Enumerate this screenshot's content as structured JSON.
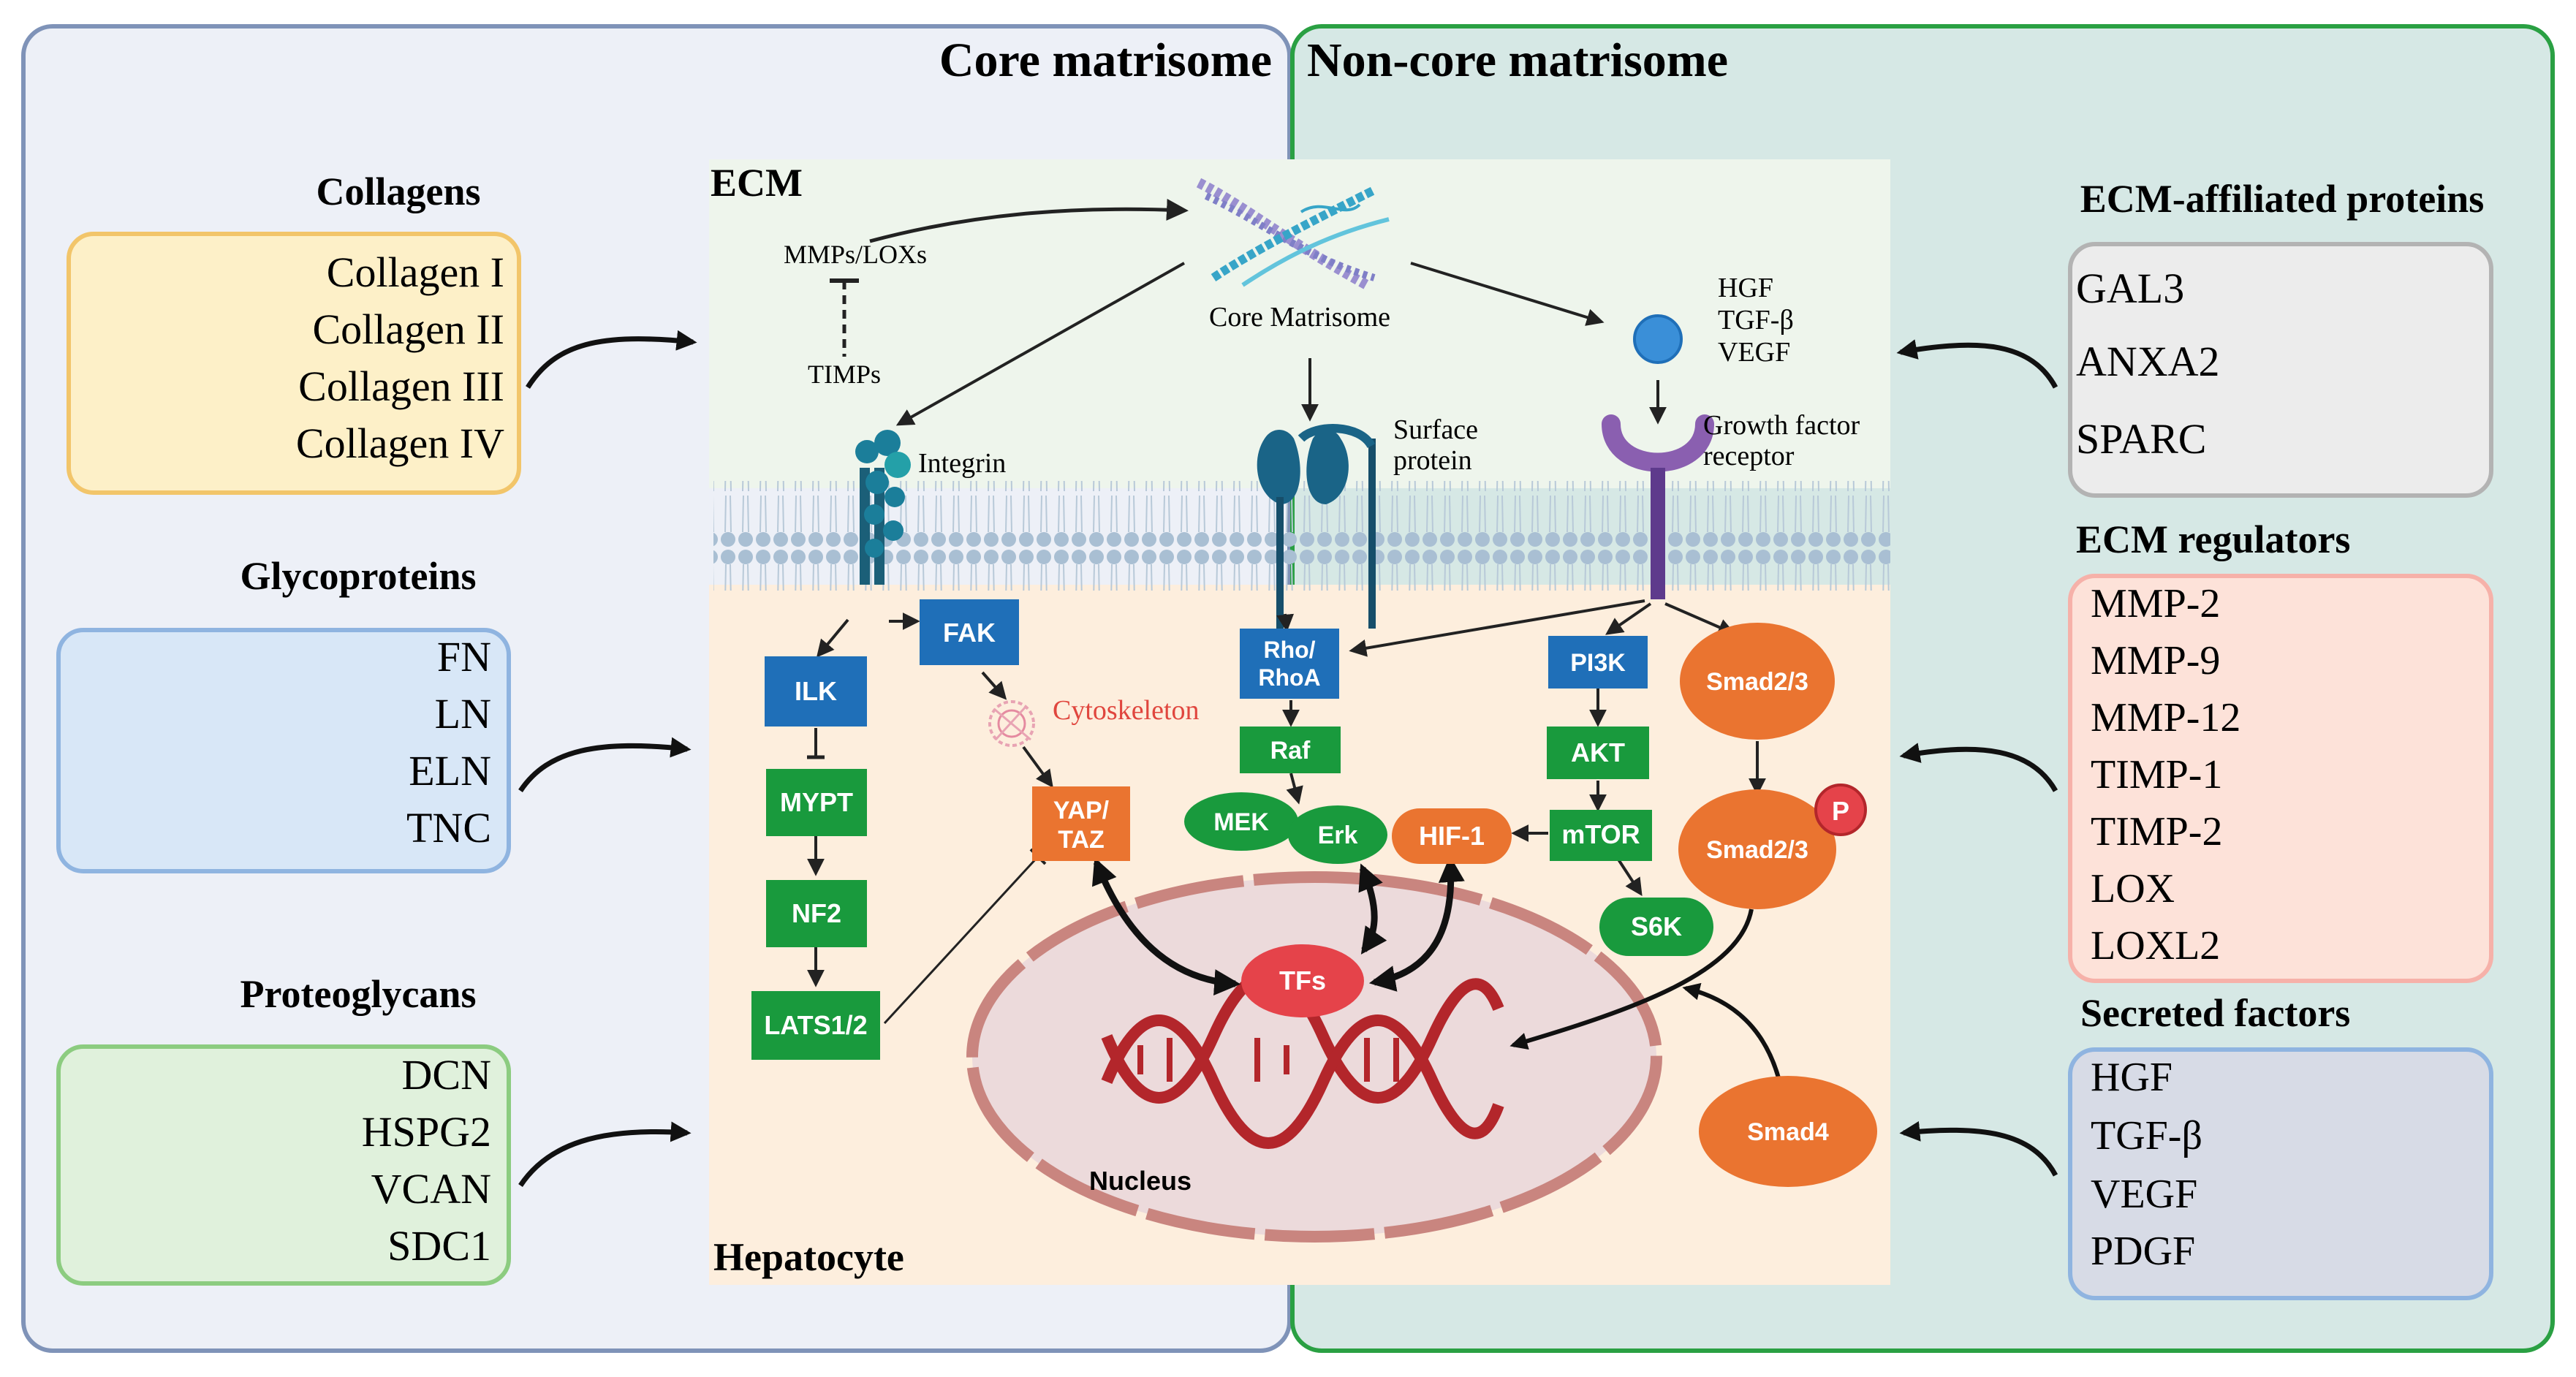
{
  "panels": {
    "core_title": "Core matrisome",
    "noncore_title": "Non-core matrisome"
  },
  "left_groups": {
    "collagens": {
      "title": "Collagens",
      "items": [
        "Collagen I",
        "Collagen II",
        "Collagen III",
        "Collagen IV"
      ]
    },
    "glycoproteins": {
      "title": "Glycoproteins",
      "items": [
        "FN",
        "LN",
        "ELN",
        "TNC"
      ]
    },
    "proteoglycans": {
      "title": "Proteoglycans",
      "items": [
        "DCN",
        "HSPG2",
        "VCAN",
        "SDC1"
      ]
    }
  },
  "right_groups": {
    "ecm_affiliated": {
      "title": "ECM-affiliated proteins",
      "items": [
        "GAL3",
        "ANXA2",
        "SPARC"
      ]
    },
    "ecm_regulators": {
      "title": "ECM regulators",
      "items": [
        "MMP-2",
        "MMP-9",
        "MMP-12",
        "TIMP-1",
        "TIMP-2",
        "LOX",
        "LOXL2"
      ]
    },
    "secreted_factors": {
      "title": "Secreted factors",
      "items": [
        "HGF",
        "TGF-β",
        "VEGF",
        "PDGF"
      ]
    }
  },
  "center": {
    "ecm_label": "ECM",
    "hepatocyte_label": "Hepatocyte",
    "mmps_loxs": "MMPs/LOXs",
    "timps": "TIMPs",
    "core_matrisome": "Core Matrisome",
    "growth_factors": [
      "HGF",
      "TGF-β",
      "VEGF"
    ],
    "integrin": "Integrin",
    "surface_protein": [
      "Surface",
      "protein"
    ],
    "gf_receptor": [
      "Growth factor",
      "receptor"
    ],
    "cytoskeleton": "Cytoskeleton",
    "nucleus": "Nucleus"
  },
  "nodes": {
    "fak": "FAK",
    "ilk": "ILK",
    "mypt": "MYPT",
    "nf2": "NF2",
    "lats": "LATS1/2",
    "yap": [
      "YAP/",
      "TAZ"
    ],
    "rho": [
      "Rho/",
      "RhoA"
    ],
    "raf": "Raf",
    "mek": "MEK",
    "erk": "Erk",
    "pi3k": "PI3K",
    "akt": "AKT",
    "mtor": "mTOR",
    "s6k": "S6K",
    "hif1": "HIF-1",
    "smad23": "Smad2/3",
    "smad23p": "Smad2/3",
    "phos": "P",
    "tfs": "TFs",
    "smad4": "Smad4"
  },
  "colors": {
    "core_bg": "#edf0f7",
    "core_border": "#7f93b8",
    "noncore_bg": "#d6e8e5",
    "noncore_border": "#2aa043",
    "ecm_bg": "#eef5ec",
    "cyto_bg": "#fdeedd",
    "blue_node": "#1f6fb8",
    "green_node": "#199a3d",
    "orange_node": "#ea7430",
    "red_node": "#e5434a",
    "dna": "#b3262b"
  }
}
